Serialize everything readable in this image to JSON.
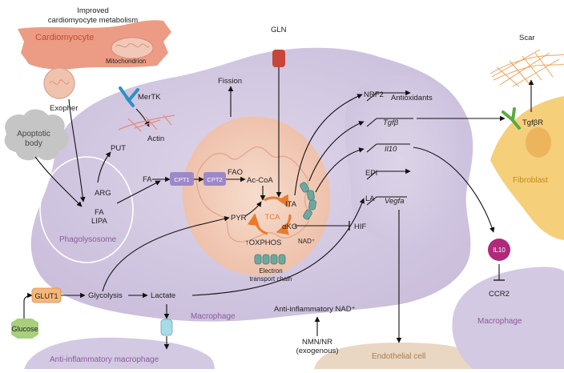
{
  "title": {
    "line1": "Improved",
    "line2": "cardiomyocyte metabolism"
  },
  "cells": {
    "cardiomyocyte": "Cardiomyocyte",
    "mitochondrion": "Mitochondrion",
    "exopher": "Exopher",
    "apoptotic_body": {
      "line1": "Apoptotic",
      "line2": "body"
    },
    "phagolysosome": "Phagolysosome",
    "macrophage": "Macrophage",
    "anti_inflammatory_macrophage": "Anti-inflammatory macrophage",
    "endothelial_cell": "Endothelial cell",
    "fibroblast": "Fibroblast",
    "macrophage_right": "Macrophage"
  },
  "labels": {
    "gln": "GLN",
    "mertk": "MerTK",
    "actin": "Actin",
    "put": "PUT",
    "arg": "ARG",
    "fa_inner": "FA",
    "lipa": "LIPA",
    "fa": "FA",
    "cpt1": "CPT1",
    "cpt2": "CPT2",
    "fao": "FAO",
    "acetyl_coa": "Ac-CoA",
    "fission": "Fission",
    "tca": "TCA",
    "ita": "ITA",
    "akg": "αKG",
    "hif": "HIF",
    "pyr": "PYR",
    "oxphos": "↑OXPHOS",
    "nad": "NAD⁺",
    "etc_line1": "Electron",
    "etc_line2": "transport chain",
    "nrf2": "NRF2",
    "antioxidants": "Antioxidants",
    "tgfb": "Tgfβ",
    "il10_gene": "Il10",
    "epi": "EPI",
    "la": "LA",
    "vegfa": "Vegfa",
    "scar": "Scar",
    "tgfbr": "TgfβR",
    "il10_protein": "IL10",
    "ccr2": "CCR2",
    "glut1": "GLUT1",
    "glucose": "Glucose",
    "glycolysis": "Glycolysis",
    "lactate": "Lactate",
    "anti_inflammatory_nad": "Anti-inflammatory NAD⁺",
    "nmn_nr": "NMN/NR",
    "exogenous": "(exogenous)"
  },
  "colors": {
    "macrophage_fill": "#d9d1e6",
    "cardiomyocyte_fill": "#ec9c84",
    "mitochondrion_fill": "#f1cdbd",
    "fibroblast_fill": "#f5cf7a",
    "endothelial_fill": "#ead7c3",
    "cpt_fill": "#9d88c8",
    "tca_orange": "#ec7a2c",
    "etc_teal": "#6fa79f",
    "il10_magenta": "#b0297a",
    "glut1_orange": "#f6b77a",
    "glucose_green": "#a8cf7c",
    "mertk_blue": "#2f8fc4",
    "tgfbr_green": "#5aa944",
    "gln_red": "#c8453a",
    "actin_pink": "#e58d86",
    "scar_orange": "#f0a35a"
  }
}
